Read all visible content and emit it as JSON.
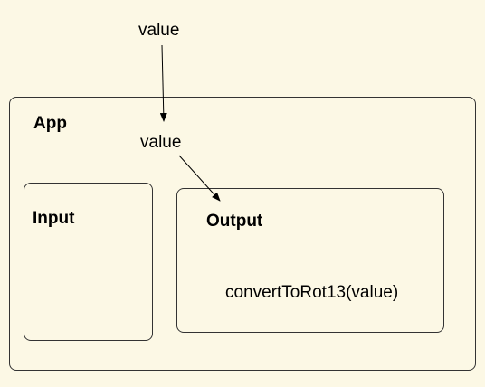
{
  "labels": {
    "value_top": "value",
    "value_inner": "value",
    "app_title": "App",
    "input_title": "Input",
    "output_title": "Output",
    "output_expression": "convertToRot13(value)"
  },
  "colors": {
    "background": "#fcf8e5",
    "stroke": "#333333",
    "text": "#000000"
  }
}
